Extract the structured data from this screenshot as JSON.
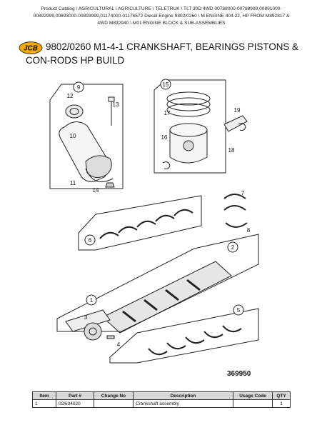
{
  "breadcrumb": {
    "line1": "Product Catalog \\ AGRICULTURAL \\ AGRICULTURE \\ TELETRUK \\ TLT 30D 4WD 00788000-00788999,00891000-",
    "line2": "00892999,00893000-00893999,01174000-01176572 Diesel Engine 9802/0260 \\ M ENGINE 404.22, HP FROM M892817 &",
    "line3": "4WD M892940 \\ M01 ENGINE BLOCK & SUB-ASSEMBLIES"
  },
  "logo": {
    "text": "JCB",
    "color": "#f2a900"
  },
  "page": {
    "title_line1": "9802/0260 M1-4-1 CRANKSHAFT, BEARINGS PISTONS &",
    "title_line2": "CON-RODS HP BUILD"
  },
  "diagram": {
    "callouts": [
      "9",
      "12",
      "13",
      "10",
      "11",
      "14",
      "15",
      "17",
      "16",
      "19",
      "18",
      "7",
      "8",
      "6",
      "2",
      "5",
      "1",
      "3",
      "4"
    ],
    "reference": "369950"
  },
  "parts_table": {
    "headers": [
      "Item",
      "Part #",
      "Change No",
      "Description",
      "Usage Code",
      "QTY"
    ],
    "rows": [
      {
        "item": "1",
        "part": "02/634020",
        "change": "",
        "description": "Crankshaft assembly",
        "usage": "",
        "qty": "1"
      }
    ]
  }
}
